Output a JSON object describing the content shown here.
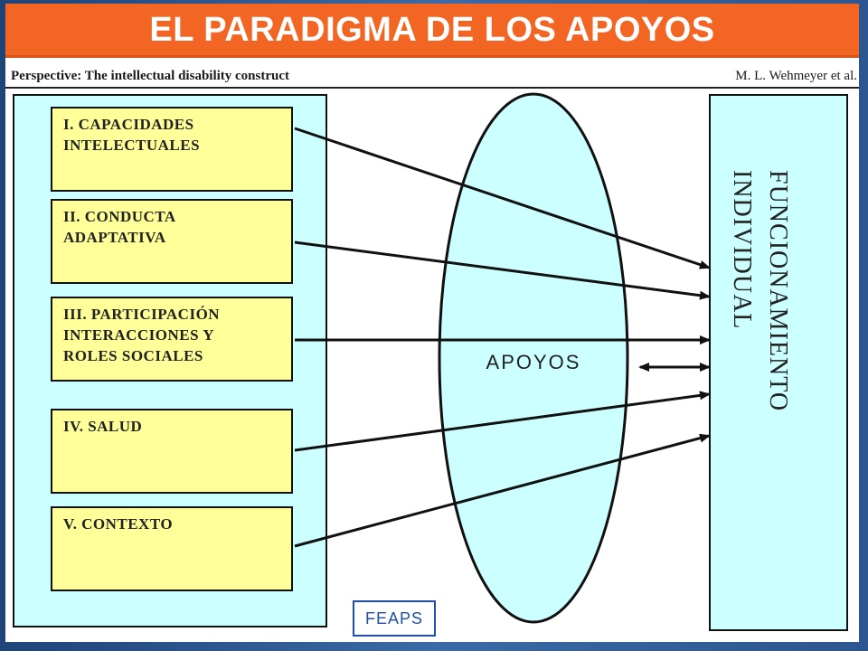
{
  "title": "EL PARADIGMA DE LOS APOYOS",
  "header": {
    "perspective": "Perspective: The intellectual disability construct",
    "authors": "M. L. Wehmeyer et al."
  },
  "dimensions": [
    {
      "line1": "I. CAPACIDADES",
      "line2": "INTELECTUALES",
      "line3": ""
    },
    {
      "line1": "II. CONDUCTA",
      "line2": "ADAPTATIVA",
      "line3": ""
    },
    {
      "line1": "III. PARTICIPACIÓN",
      "line2": "INTERACCIONES Y",
      "line3": "ROLES SOCIALES"
    },
    {
      "line1": "IV.  SALUD",
      "line2": "",
      "line3": ""
    },
    {
      "line1": "V. CONTEXTO",
      "line2": "",
      "line3": ""
    }
  ],
  "supports": "APOYOS",
  "outcome": "FUNCIONAMIENTO INDIVIDUAL",
  "footer_badge": "FEAPS",
  "colors": {
    "title_bar": "#f26522",
    "panel": "#ccffff",
    "box": "#ffff99",
    "badge_border": "#1f4fa8"
  }
}
